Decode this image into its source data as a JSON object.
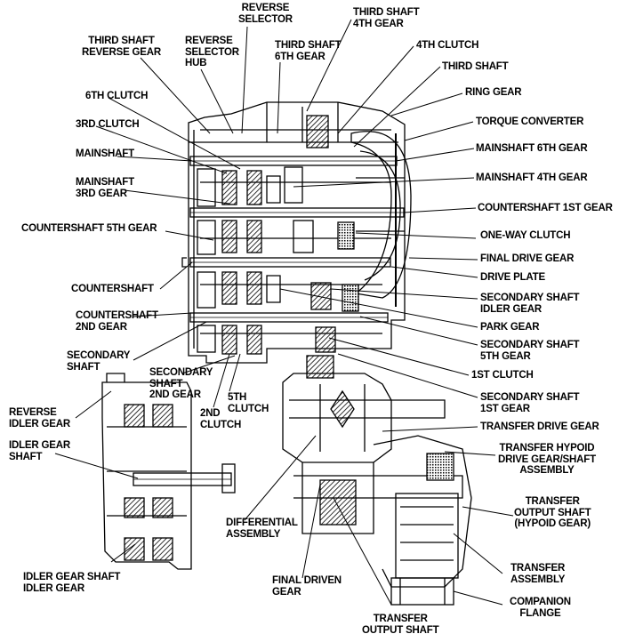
{
  "labels": {
    "reverse_selector": [
      "REVERSE",
      "SELECTOR"
    ],
    "third_shaft_4th_gear": [
      "THIRD SHAFT",
      "4TH GEAR"
    ],
    "third_shaft_reverse_gear": [
      "THIRD SHAFT",
      "REVERSE GEAR"
    ],
    "reverse_selector_hub": [
      "REVERSE",
      "SELECTOR",
      "HUB"
    ],
    "third_shaft_6th_gear": [
      "THIRD SHAFT",
      "6TH GEAR"
    ],
    "fourth_clutch": [
      "4TH CLUTCH"
    ],
    "third_shaft": [
      "THIRD SHAFT"
    ],
    "ring_gear": [
      "RING GEAR"
    ],
    "sixth_clutch": [
      "6TH CLUTCH"
    ],
    "torque_converter": [
      "TORQUE CONVERTER"
    ],
    "third_clutch": [
      "3RD CLUTCH"
    ],
    "mainshaft_6th_gear": [
      "MAINSHAFT 6TH GEAR"
    ],
    "mainshaft": [
      "MAINSHAFT"
    ],
    "mainshaft_4th_gear": [
      "MAINSHAFT 4TH GEAR"
    ],
    "mainshaft_3rd_gear": [
      "MAINSHAFT",
      "3RD GEAR"
    ],
    "countershaft_1st_gear": [
      "COUNTERSHAFT 1ST GEAR"
    ],
    "countershaft_5th_gear": [
      "COUNTERSHAFT 5TH GEAR"
    ],
    "one_way_clutch": [
      "ONE-WAY CLUTCH"
    ],
    "final_drive_gear": [
      "FINAL DRIVE GEAR"
    ],
    "drive_plate": [
      "DRIVE PLATE"
    ],
    "countershaft": [
      "COUNTERSHAFT"
    ],
    "secondary_shaft_idler_gear": [
      "SECONDARY SHAFT",
      "IDLER GEAR"
    ],
    "countershaft_2nd_gear": [
      "COUNTERSHAFT",
      "2ND GEAR"
    ],
    "park_gear": [
      "PARK GEAR"
    ],
    "secondary_shaft": [
      "SECONDARY",
      "SHAFT"
    ],
    "secondary_shaft_5th_gear": [
      "SECONDARY SHAFT",
      "5TH GEAR"
    ],
    "first_clutch": [
      "1ST CLUTCH"
    ],
    "secondary_shaft_2nd_gear": [
      "SECONDARY",
      "SHAFT",
      "2ND GEAR"
    ],
    "fifth_clutch": [
      "5TH",
      "CLUTCH"
    ],
    "reverse_idler_gear": [
      "REVERSE",
      "IDLER GEAR"
    ],
    "secondary_shaft_1st_gear": [
      "SECONDARY SHAFT",
      "1ST GEAR"
    ],
    "second_clutch": [
      "2ND",
      "CLUTCH"
    ],
    "transfer_drive_gear": [
      "TRANSFER DRIVE GEAR"
    ],
    "idler_gear_shaft": [
      "IDLER GEAR",
      "SHAFT"
    ],
    "transfer_hypoid_drive_gear": [
      "TRANSFER HYPOID",
      "DRIVE GEAR/SHAFT",
      "ASSEMBLY"
    ],
    "transfer_output_shaft_hypoid": [
      "TRANSFER",
      "OUTPUT SHAFT",
      "(HYPOID GEAR)"
    ],
    "differential_assembly": [
      "DIFFERENTIAL",
      "ASSEMBLY"
    ],
    "transfer_assembly": [
      "TRANSFER",
      "ASSEMBLY"
    ],
    "idler_gear_shaft_idler_gear": [
      "IDLER GEAR SHAFT",
      "IDLER GEAR"
    ],
    "final_driven_gear": [
      "FINAL DRIVEN",
      "GEAR"
    ],
    "companion_flange": [
      "COMPANION",
      "FLANGE"
    ],
    "transfer_output_shaft": [
      "TRANSFER",
      "OUTPUT SHAFT"
    ]
  }
}
